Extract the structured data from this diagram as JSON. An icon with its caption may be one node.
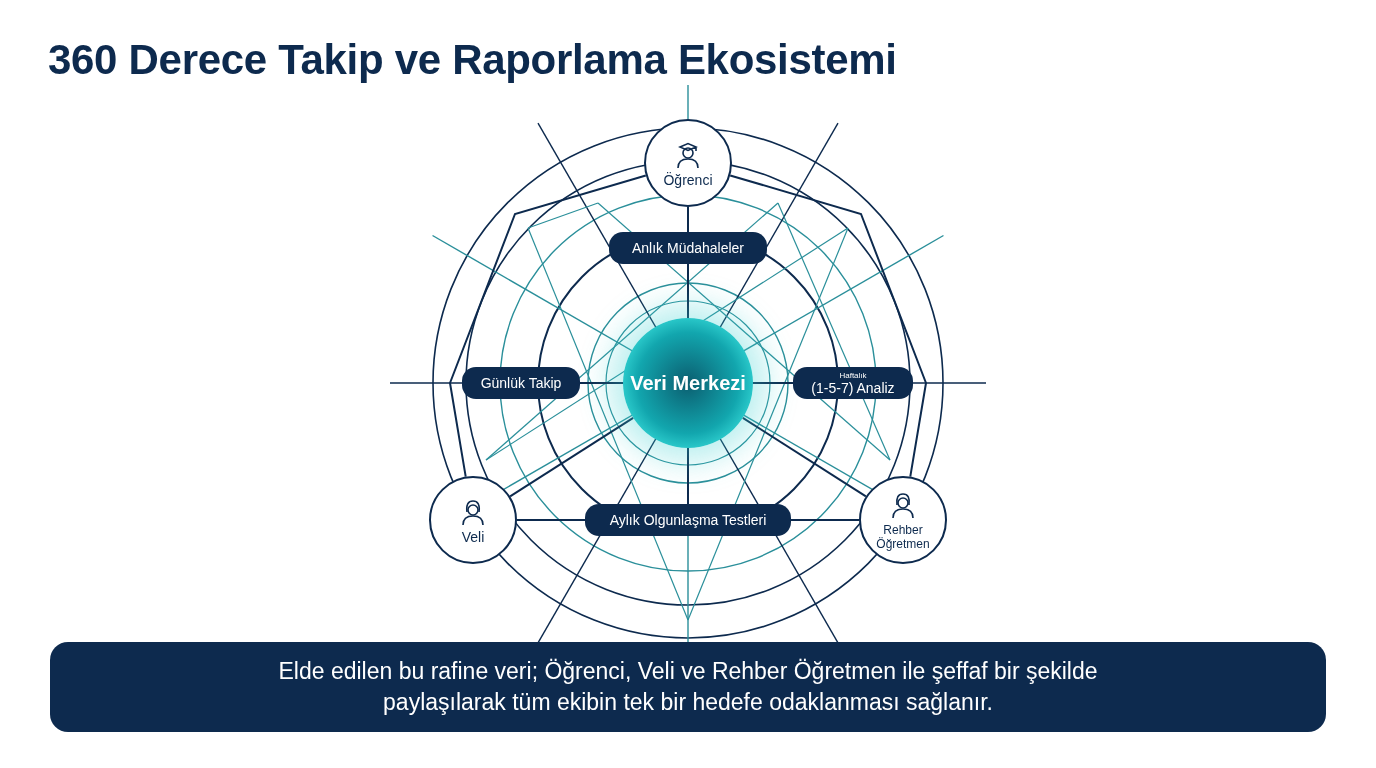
{
  "diagram": {
    "title": "360 Derece Takip ve Raporlama Ekosistemi",
    "caption": "Elde edilen bu rafine veri; Öğrenci, Veli ve Rehber Öğretmen ile şeffaf bir şekilde paylaşılarak tüm ekibin tek bir hedefe odaklanması sağlanır.",
    "nodes": [
      {
        "text": [
          "Veri Merkezi"
        ]
      },
      {
        "text": [
          "Öğrenci"
        ]
      },
      {
        "text": [
          "Anlık Müdahaleler"
        ]
      },
      {
        "text": [
          "Günlük Takip"
        ]
      },
      {
        "text": [
          "Haftalık",
          "(1-5-7) Analiz"
        ]
      },
      {
        "text": [
          "Aylık Olgunlaşma Testleri"
        ]
      },
      {
        "text": [
          "Veli"
        ]
      },
      {
        "text": [
          "Rehber Öğretmen"
        ]
      }
    ],
    "edges": [
      {
        "from": 0,
        "to": 2,
        "arrow": "none"
      },
      {
        "from": 2,
        "to": 1,
        "arrow": "none"
      },
      {
        "from": 0,
        "to": 3,
        "arrow": "none"
      },
      {
        "from": 0,
        "to": 4,
        "arrow": "none"
      },
      {
        "from": 0,
        "to": 5,
        "arrow": "none"
      },
      {
        "from": 0,
        "to": 6,
        "arrow": "none"
      },
      {
        "from": 0,
        "to": 7,
        "arrow": "none"
      },
      {
        "from": 1,
        "to": 6,
        "arrow": "none"
      },
      {
        "from": 1,
        "to": 7,
        "arrow": "none"
      },
      {
        "from": 6,
        "to": 5,
        "arrow": "none"
      },
      {
        "from": 5,
        "to": 7,
        "arrow": "none"
      }
    ]
  }
}
